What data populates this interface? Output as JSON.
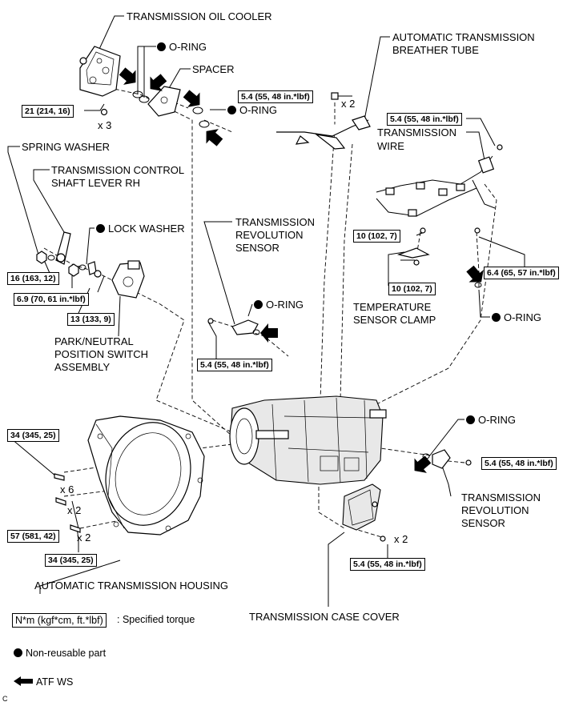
{
  "labels": {
    "oil_cooler": "TRANSMISSION OIL COOLER",
    "o_ring_1": "O-RING",
    "spacer": "SPACER",
    "o_ring_2": "O-RING",
    "breather_1": "AUTOMATIC TRANSMISSION",
    "breather_2": "BREATHER TUBE",
    "trans_wire_1": "TRANSMISSION",
    "trans_wire_2": "WIRE",
    "spring_washer": "SPRING WASHER",
    "control_lever_1": "TRANSMISSION CONTROL",
    "control_lever_2": "SHAFT LEVER RH",
    "lock_washer": "LOCK WASHER",
    "rev_sensor_top_1": "TRANSMISSION",
    "rev_sensor_top_2": "REVOLUTION",
    "rev_sensor_top_3": "SENSOR",
    "o_ring_3": "O-RING",
    "temp_clamp_1": "TEMPERATURE",
    "temp_clamp_2": "SENSOR CLAMP",
    "o_ring_4": "O-RING",
    "park_switch_1": "PARK/NEUTRAL",
    "park_switch_2": "POSITION SWITCH",
    "park_switch_3": "ASSEMBLY",
    "o_ring_5": "O-RING",
    "rev_sensor_right_1": "TRANSMISSION",
    "rev_sensor_right_2": "REVOLUTION",
    "rev_sensor_right_3": "SENSOR",
    "housing": "AUTOMATIC TRANSMISSION HOUSING",
    "case_cover": "TRANSMISSION CASE COVER"
  },
  "torques": {
    "t_21": "21 (214, 16)",
    "t_54_breather": "5.4 (55, 48 in.*lbf)",
    "t_54_wire": "5.4 (55, 48 in.*lbf)",
    "t_10_a": "10 (102, 7)",
    "t_10_b": "10 (102, 7)",
    "t_64": "6.4 (65, 57 in.*lbf)",
    "t_16": "16 (163, 12)",
    "t_69": "6.9 (70, 61 in.*lbf)",
    "t_13": "13 (133, 9)",
    "t_54_rev": "5.4 (55, 48 in.*lbf)",
    "t_34_a": "34 (345, 25)",
    "t_57": "57 (581, 42)",
    "t_34_b": "34 (345, 25)",
    "t_54_rev_right": "5.4 (55, 48 in.*lbf)",
    "t_54_cover": "5.4 (55, 48 in.*lbf)"
  },
  "multipliers": {
    "m_x3": "x 3",
    "m_x2_breather": "x 2",
    "m_x6": "x 6",
    "m_x2_a": "x 2",
    "m_x2_b": "x 2",
    "m_x2_cover": "x 2"
  },
  "legend": {
    "torque_unit": "N*m (kgf*cm, ft.*lbf)",
    "torque_desc": ": Specified torque",
    "nonreusable": "Non-reusable part",
    "atf": "ATF WS"
  },
  "corner_code": "C"
}
